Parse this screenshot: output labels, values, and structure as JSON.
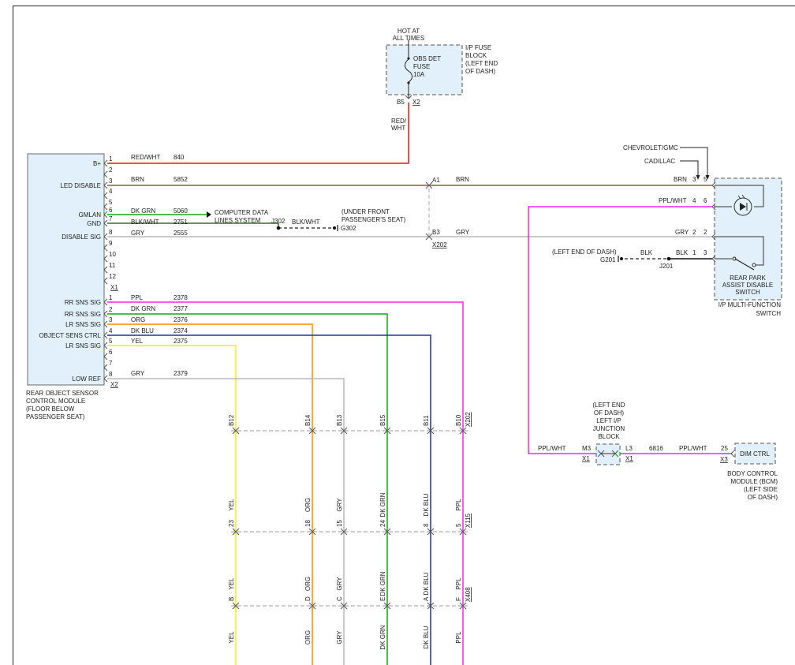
{
  "colors": {
    "red_wht": "#f01515",
    "brn": "#7b6a16",
    "dk_grn": "#15a515",
    "blk_wht": "#3a6a2a",
    "gry": "#b8b8b8",
    "ppl": "#ff22ee",
    "org": "#ff8c00",
    "dk_blu": "#1a35a0",
    "yel": "#f2ef0a",
    "blk": "#111111",
    "box_fill": "#e1f0fa"
  },
  "fuse_block": {
    "hot": [
      "HOT AT",
      "ALL TIMES"
    ],
    "fuse": [
      "OBS DET",
      "FUSE",
      "10A"
    ],
    "title": [
      "I/P FUSE",
      "BLOCK",
      "(LEFT END",
      "OF DASH)"
    ],
    "pin": "B5",
    "conn": "X2",
    "wire_color": [
      "RED/",
      "WHT"
    ]
  },
  "module": {
    "title": [
      "REAR OBJECT SENSOR",
      "CONTROL MODULE",
      "(FLOOR BELOW",
      "PASSENGER SEAT)"
    ],
    "x1_labels": [
      "B+",
      "",
      "LED DISABLE",
      "",
      "",
      "GMLAN",
      "GND",
      "DISABLE SIG",
      "",
      "",
      "",
      ""
    ],
    "x1_pins": [
      "1",
      "2",
      "3",
      "4",
      "5",
      "6",
      "7",
      "8",
      "9",
      "10",
      "11",
      "12"
    ],
    "x1_conn": "X1",
    "x2_labels": [
      "RR SNS SIG",
      "RR SNS SIG",
      "LR SNS SIG",
      "OBJECT SENS CTRL",
      "LR SNS SIG",
      "",
      "",
      "LOW REF"
    ],
    "x2_pins": [
      "1",
      "2",
      "3",
      "4",
      "5",
      "6",
      "7",
      "8"
    ],
    "x2_conn": "X2"
  },
  "x1_wires": [
    {
      "color": "RED/WHT",
      "circuit": "840"
    },
    {
      "color": "BRN",
      "circuit": "5852"
    },
    {
      "color": "DK GRN",
      "circuit": "5060"
    },
    {
      "color": "BLK/WHT",
      "circuit": "2751"
    },
    {
      "color": "GRY",
      "circuit": "2555"
    }
  ],
  "x2_wires": [
    {
      "color": "PPL",
      "circuit": "2378"
    },
    {
      "color": "DK GRN",
      "circuit": "2377"
    },
    {
      "color": "ORG",
      "circuit": "2376"
    },
    {
      "color": "DK BLU",
      "circuit": "2374"
    },
    {
      "color": "YEL",
      "circuit": "2375"
    },
    {
      "color": "GRY",
      "circuit": "2379"
    }
  ],
  "data_lines": "COMPUTER DATA\nLINES SYSTEM",
  "ground_g302": {
    "splice": "J302",
    "color": "BLK/WHT",
    "name": "G302",
    "note": [
      "(UNDER FRONT",
      "PASSENGER'S SEAT)"
    ]
  },
  "x202_top": {
    "pin_a1": "A1",
    "pin_b3": "B3",
    "conn": "X202",
    "brn": "BRN",
    "gry": "GRY"
  },
  "switch": {
    "chevrolet": "CHEVROLET/GMC",
    "cadillac": "CADILLAC",
    "pins_top": [
      "3",
      "5"
    ],
    "brn": "BRN",
    "ppl_wht": "PPL/WHT",
    "pin4": "4",
    "pin6": "6",
    "gry": "GRY",
    "pin2a": "2",
    "pin2b": "2",
    "blk_a": "BLK",
    "blk_b": "BLK",
    "pin1": "1",
    "pin3": "3",
    "g201_note": "(LEFT END OF DASH)",
    "g201": "G201",
    "j201": "J201",
    "name": [
      "REAR PARK",
      "ASSIST DISABLE",
      "SWITCH"
    ],
    "assembly": [
      "I/P MULTI-FUNCTION",
      "SWITCH"
    ]
  },
  "junction": {
    "title": [
      "(LEFT END",
      "OF DASH)",
      "LEFT I/P",
      "JUNCTION",
      "BLOCK"
    ],
    "pin_m3": "M3",
    "pin_l3": "L3",
    "conn_left": "X1",
    "conn_right": "X1",
    "ppl_wht_left": "PPL/WHT"
  },
  "bcm": {
    "circuit": "6816",
    "color": "PPL/WHT",
    "pin": "25",
    "conn": "X3",
    "label": "DIM CTRL",
    "title": [
      "BODY CONTROL",
      "MODULE (BCM)",
      "(LEFT SIDE",
      "OF DASH)"
    ]
  },
  "lower_rows": [
    {
      "conn": "X202",
      "pins": [
        "B12",
        "B14",
        "B13",
        "B15",
        "B11",
        "B10"
      ]
    },
    {
      "conn": "X115",
      "pins": [
        "23",
        "18",
        "15",
        "24",
        "8",
        "5"
      ]
    },
    {
      "conn": "X408",
      "pins": [
        "B",
        "D",
        "C",
        "E",
        "A",
        "F"
      ]
    }
  ],
  "lower_colors": [
    "YEL",
    "ORG",
    "GRY",
    "DK GRN",
    "DK BLU",
    "PPL"
  ]
}
